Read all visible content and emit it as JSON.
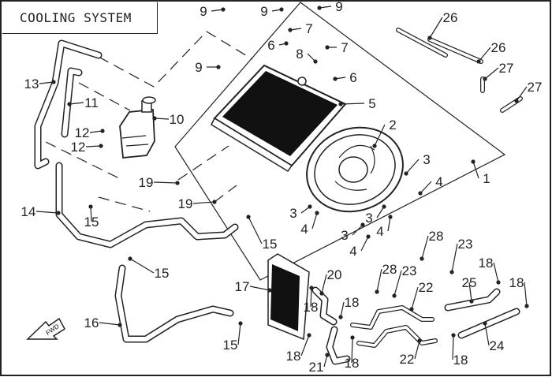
{
  "title": "COOLING SYSTEM",
  "callouts": [
    "9",
    "9",
    "9",
    "7",
    "7",
    "6",
    "8",
    "6",
    "9",
    "5",
    "2",
    "3",
    "4",
    "1",
    "3",
    "4",
    "3",
    "3",
    "4",
    "4",
    "26",
    "26",
    "27",
    "27",
    "10",
    "13",
    "11",
    "12",
    "12",
    "19",
    "19",
    "14",
    "15",
    "15",
    "15",
    "17",
    "20",
    "18",
    "18",
    "28",
    "23",
    "28",
    "23",
    "22",
    "25",
    "18",
    "18",
    "18",
    "21",
    "18",
    "22",
    "18",
    "24",
    "15",
    "16"
  ],
  "direction_badge": "FWD",
  "colors": {
    "ink": "#222222",
    "background": "#ffffff"
  }
}
